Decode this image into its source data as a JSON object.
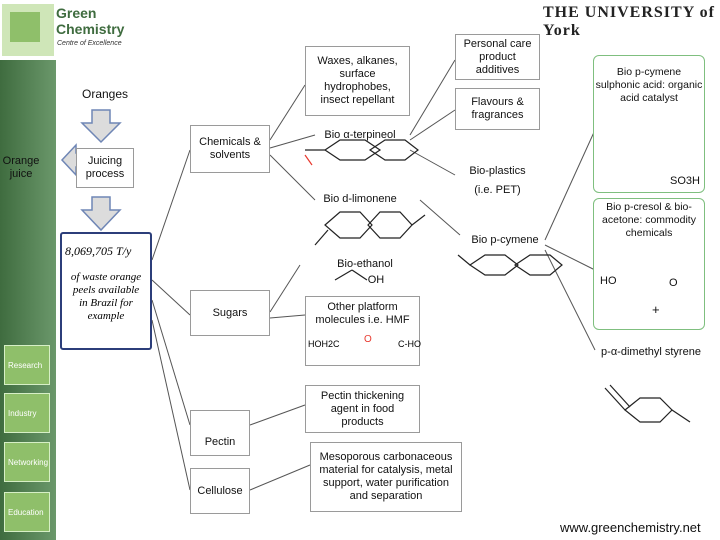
{
  "header": {
    "logo_line1": "Green",
    "logo_line2": "Chemistry",
    "logo_subtitle": "Centre of Excellence",
    "university": "THE UNIVERSITY of York"
  },
  "sidebar": {
    "items": [
      {
        "label": "Research"
      },
      {
        "label": "Industry"
      },
      {
        "label": "Networking"
      },
      {
        "label": "Education"
      }
    ]
  },
  "flow": {
    "oranges": "Oranges",
    "orange_juice": "Orange juice",
    "juicing_process": "Juicing process",
    "waste_amount": "8,069,705 T/y",
    "waste_note": "of waste orange peels available in Brazil for example"
  },
  "categories": {
    "chemicals": "Chemicals & solvents",
    "sugars": "Sugars",
    "pectin": "Pectin",
    "cellulose": "Cellulose"
  },
  "products": {
    "waxes": "Waxes, alkanes, surface hydrophobes, insect repellant",
    "personal_care": "Personal care product additives",
    "flavours": "Flavours & fragrances",
    "terpineol": "Bio α-terpineol",
    "bioplastics": "Bio-plastics",
    "pet": "(i.e. PET)",
    "limonene": "Bio d-limonene",
    "cymene": "Bio p-cymene",
    "ethanol": "Bio-ethanol",
    "platform": "Other platform molecules i.e. HMF",
    "pectin_thickening": "Pectin thickening agent in food products",
    "mesoporous": "Mesoporous carbonaceous material for catalysis, metal support, water purification and separation"
  },
  "right_products": {
    "sulphonic": "Bio p-cymene sulphonic acid: organic acid catalyst",
    "cresol": "Bio p-cresol & bio-acetone: commodity chemicals",
    "styrene": "p-α-dimethyl styrene"
  },
  "molecule_labels": {
    "so3h": "SO3H",
    "ho": "HO",
    "plus": "+",
    "o": "O",
    "oh": "OH",
    "hoh2c": "HOH2C",
    "cho": "C-HO"
  },
  "footer": {
    "url": "www.greenchemistry.net"
  },
  "colors": {
    "sidebar_dark": "#3f6c3f",
    "sidebar_button": "#8fbf6a",
    "arrow_fill": "#dcdcdc",
    "waste_border": "#2c3e7a",
    "product_border": "#7fbf7f"
  }
}
